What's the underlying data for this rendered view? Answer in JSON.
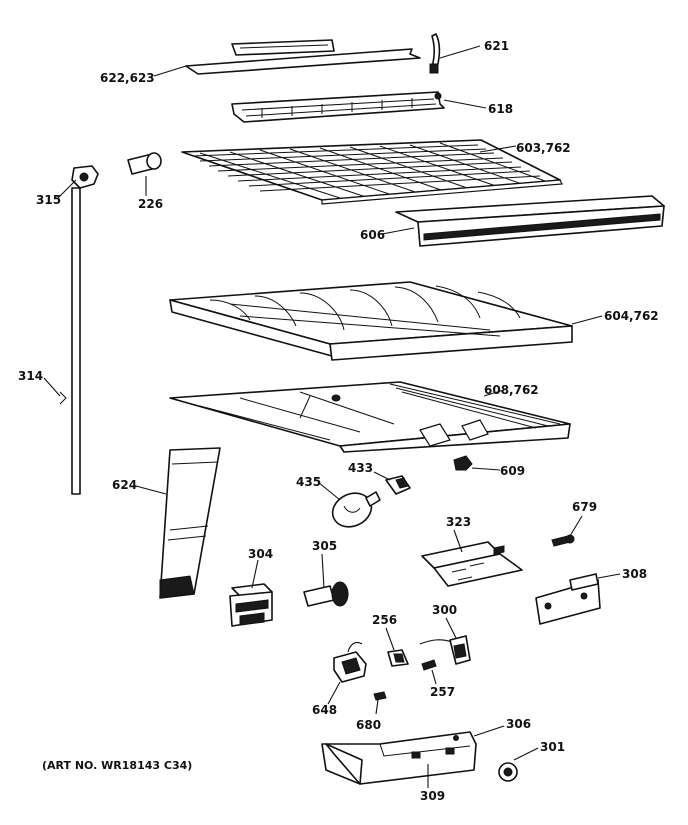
{
  "diagram": {
    "art_number": "(ART NO. WR18143 C34)",
    "callouts": [
      {
        "id": "621",
        "text": "621"
      },
      {
        "id": "622",
        "text": "622,623"
      },
      {
        "id": "618",
        "text": "618"
      },
      {
        "id": "603",
        "text": "603,762"
      },
      {
        "id": "315",
        "text": "315"
      },
      {
        "id": "226",
        "text": "226"
      },
      {
        "id": "606",
        "text": "606"
      },
      {
        "id": "604",
        "text": "604,762"
      },
      {
        "id": "314",
        "text": "314"
      },
      {
        "id": "608",
        "text": "608,762"
      },
      {
        "id": "433",
        "text": "433"
      },
      {
        "id": "609",
        "text": "609"
      },
      {
        "id": "435",
        "text": "435"
      },
      {
        "id": "624",
        "text": "624"
      },
      {
        "id": "679",
        "text": "679"
      },
      {
        "id": "323",
        "text": "323"
      },
      {
        "id": "304",
        "text": "304"
      },
      {
        "id": "305",
        "text": "305"
      },
      {
        "id": "308",
        "text": "308"
      },
      {
        "id": "256",
        "text": "256"
      },
      {
        "id": "300",
        "text": "300"
      },
      {
        "id": "257",
        "text": "257"
      },
      {
        "id": "648",
        "text": "648"
      },
      {
        "id": "680",
        "text": "680"
      },
      {
        "id": "306",
        "text": "306"
      },
      {
        "id": "301",
        "text": "301"
      },
      {
        "id": "309",
        "text": "309"
      }
    ]
  }
}
